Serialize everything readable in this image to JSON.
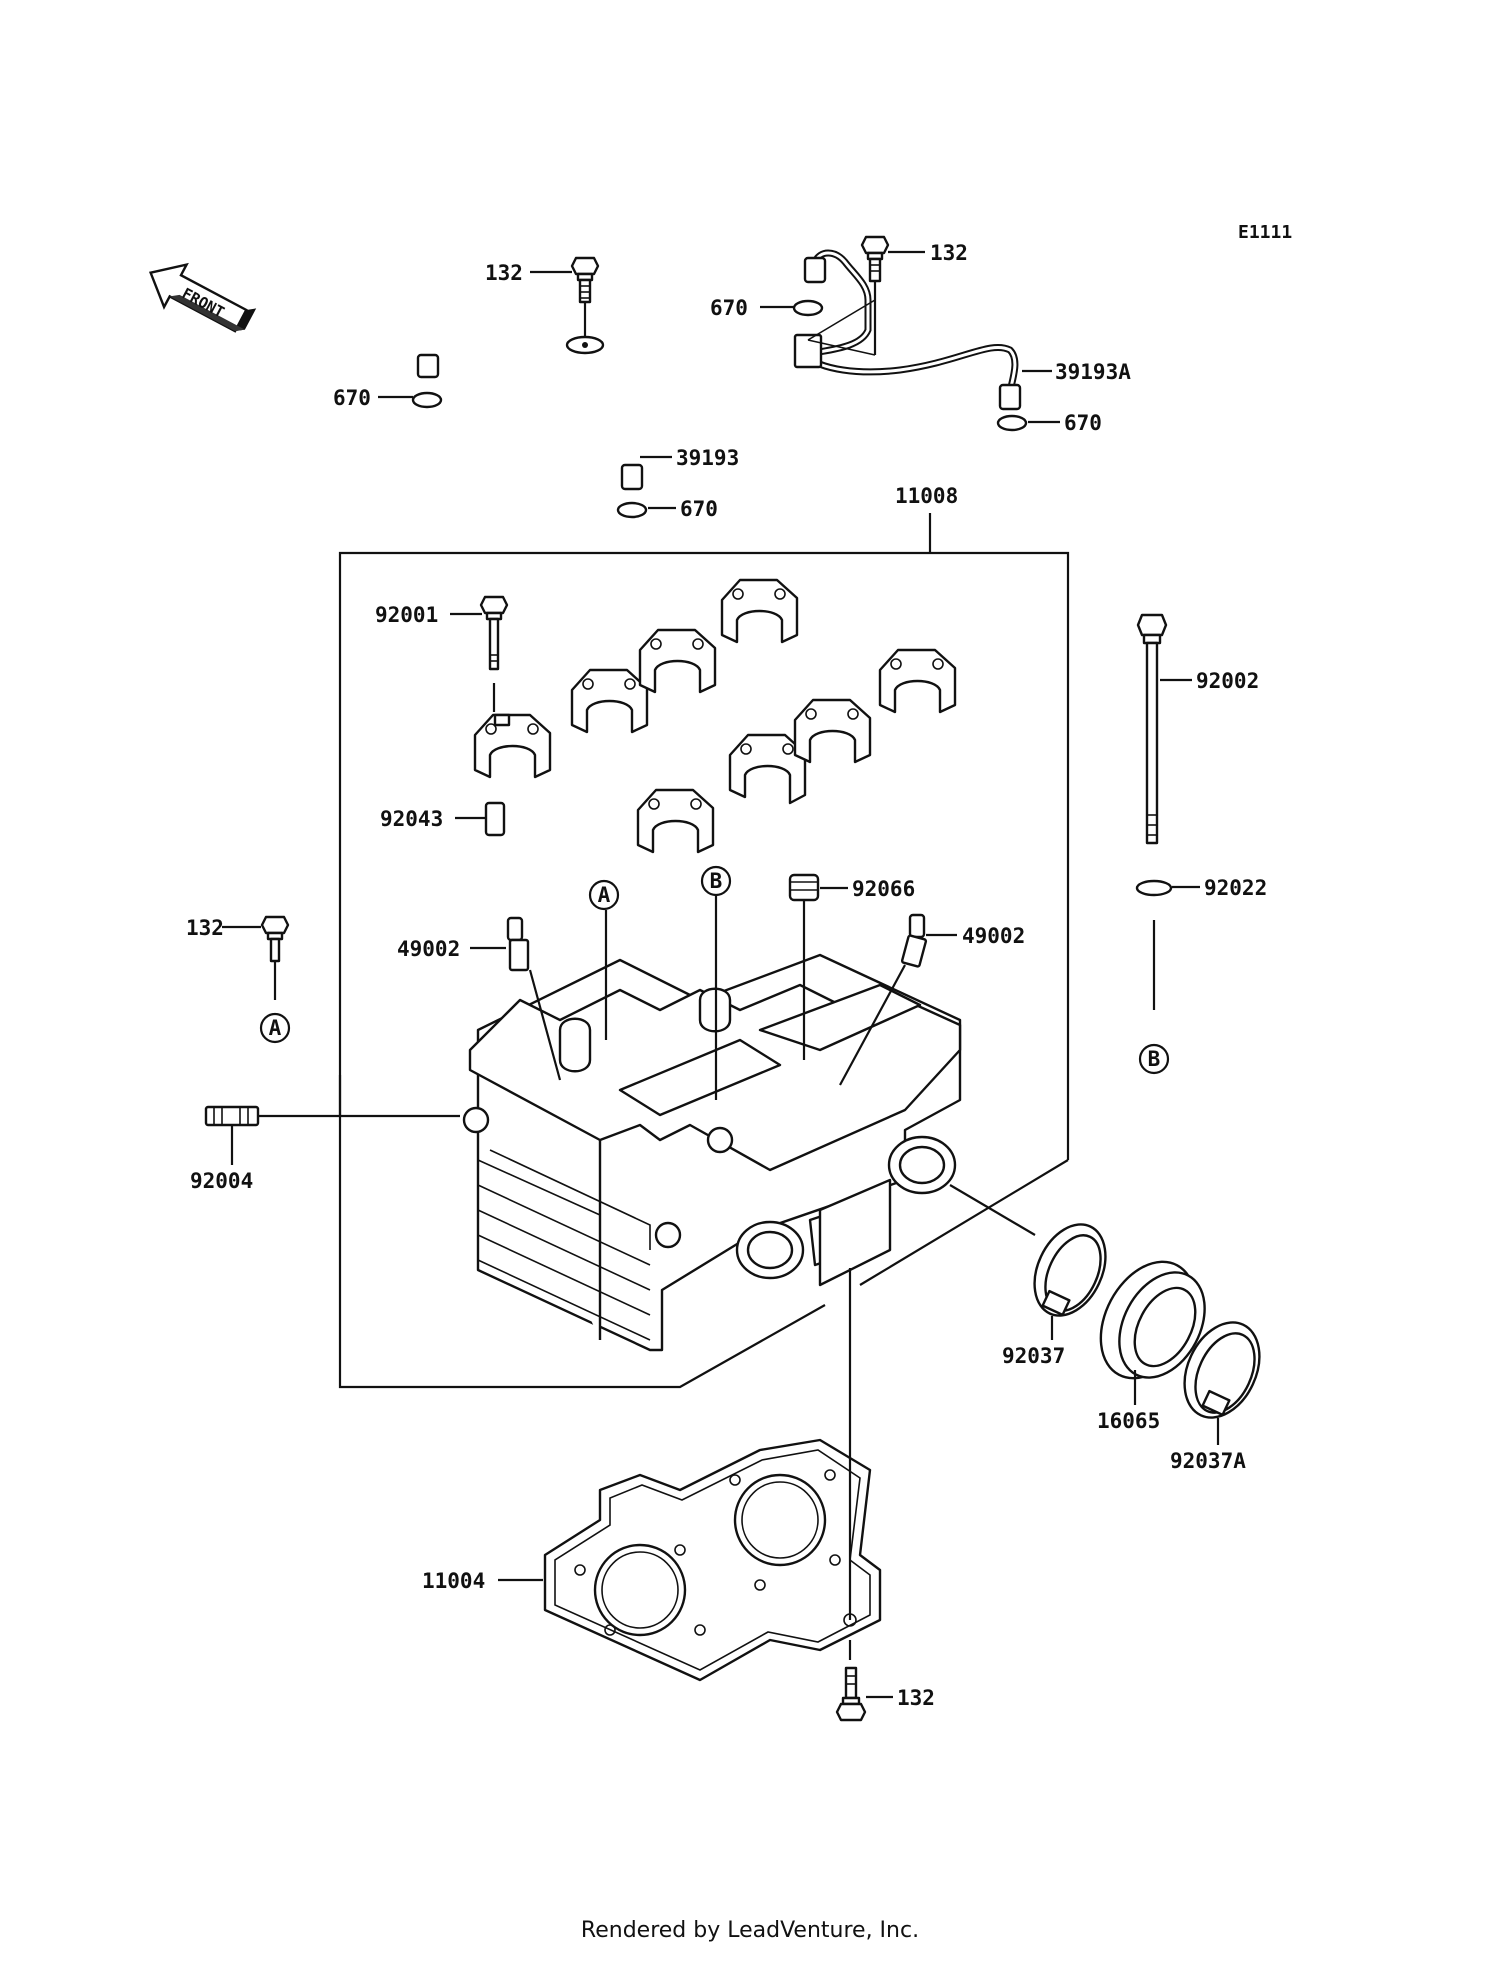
{
  "diagram_code": "E1111",
  "front_marker": "FRONT",
  "callouts": {
    "c132_a": "132",
    "c132_b": "132",
    "c132_c": "132",
    "c132_d": "132",
    "c670_a": "670",
    "c670_b": "670",
    "c670_c": "670",
    "c670_d": "670",
    "c39193": "39193",
    "c39193a": "39193A",
    "c11008": "11008",
    "c92001": "92001",
    "c92002": "92002",
    "c92043": "92043",
    "c92066": "92066",
    "c92022": "92022",
    "c49002_a": "49002",
    "c49002_b": "49002",
    "c92004": "92004",
    "c92037": "92037",
    "c16065": "16065",
    "c92037a": "92037A",
    "c11004": "11004"
  },
  "ref_markers": {
    "a_top": "A",
    "a_side": "A",
    "b_top": "B",
    "b_side": "B"
  },
  "footer": "Rendered by LeadVenture, Inc."
}
